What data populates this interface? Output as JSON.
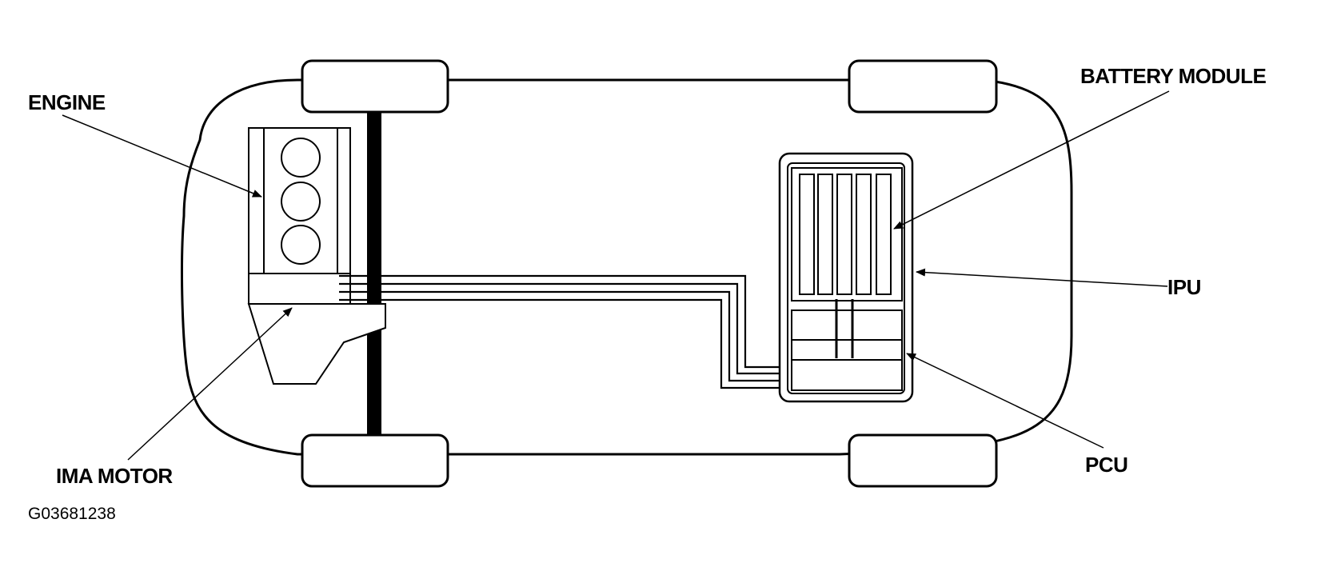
{
  "labels": {
    "engine": "ENGINE",
    "ima_motor": "IMA MOTOR",
    "battery_module": "BATTERY MODULE",
    "ipu": "IPU",
    "pcu": "PCU"
  },
  "figure_code": "G03681238",
  "colors": {
    "line": "#000000",
    "background": "#ffffff"
  }
}
